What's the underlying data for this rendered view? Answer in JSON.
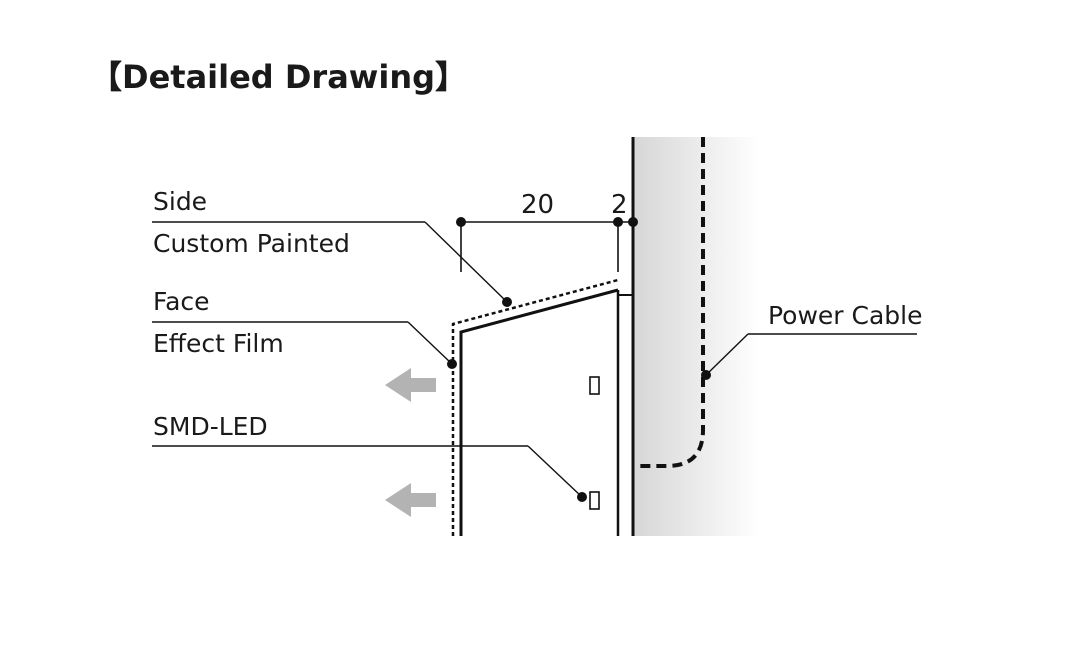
{
  "title": "【Detailed Drawing】",
  "labels": {
    "side": "Side",
    "side_sub": "Custom Painted",
    "face": "Face",
    "face_sub": "Effect Film",
    "smd_led": "SMD-LED",
    "power_cable": "Power Cable"
  },
  "dimensions": {
    "depth": "20",
    "gap": "2"
  },
  "colors": {
    "line": "#111111",
    "wall_gradient_start": "#d6d6d6",
    "wall_gradient_end": "#ffffff",
    "arrow": "#b3b3b3"
  }
}
